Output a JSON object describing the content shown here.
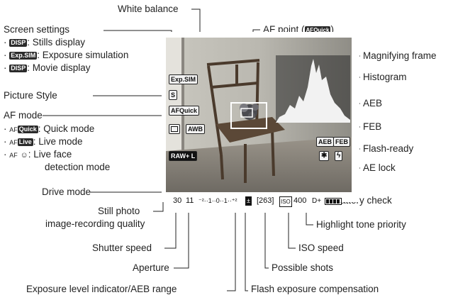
{
  "labels": {
    "white_balance": "White balance",
    "screen_settings": "Screen settings",
    "stills_display_icon": "DISP",
    "stills_display": ": Stills display",
    "exposure_sim_icon": "Exp.SIM",
    "exposure_sim": ": Exposure simulation",
    "movie_display_icon": "DISP",
    "movie_display": ": Movie display",
    "picture_style": "Picture Style",
    "af_mode": "AF mode",
    "quick_mode_prefix": "AF",
    "quick_mode_icon": "Quick",
    "quick_mode": ": Quick mode",
    "live_mode_prefix": "AF",
    "live_mode_icon": "Live",
    "live_mode": ": Live mode",
    "face_mode_prefix": "AF",
    "face_mode_icon": "☺",
    "face_mode_line1": ": Live face",
    "face_mode_line2": "detection mode",
    "drive_mode": "Drive mode",
    "still_quality_line1": "Still photo",
    "still_quality_line2": "image-recording quality",
    "shutter_speed": "Shutter speed",
    "aperture": "Aperture",
    "exposure_level": "Exposure level indicator/AEB range",
    "af_point": "AF point (",
    "af_point_icon": "AFQuick",
    "af_point_end": ")",
    "magnifying_frame": "Magnifying frame",
    "histogram": "Histogram",
    "aeb": "AEB",
    "feb": "FEB",
    "flash_ready": "Flash-ready",
    "ae_lock": "AE lock",
    "battery_check": "Battery check",
    "highlight_tone": "Highlight tone priority",
    "iso_speed": "ISO speed",
    "possible_shots": "Possible shots",
    "flash_exposure_comp": "Flash exposure compensation"
  },
  "screen": {
    "exp_sim": "Exp.SIM",
    "picture_style": "S",
    "af_quick": "AFQuick",
    "awb": "AWB",
    "quality": "RAW+ L",
    "aeb": "AEB",
    "feb": "FEB",
    "ae_lock": "✱",
    "flash": "ϟ",
    "shutter": "30",
    "aperture": "11",
    "exposure_scale": "⁻²··1··0··1··⁺²",
    "fec_icon": "±",
    "shots": "[263]",
    "iso_icon": "ISO",
    "iso": "400",
    "htp": "D+"
  },
  "icons": {
    "battery": "battery-icon",
    "drive": "drive-mode-icon"
  }
}
